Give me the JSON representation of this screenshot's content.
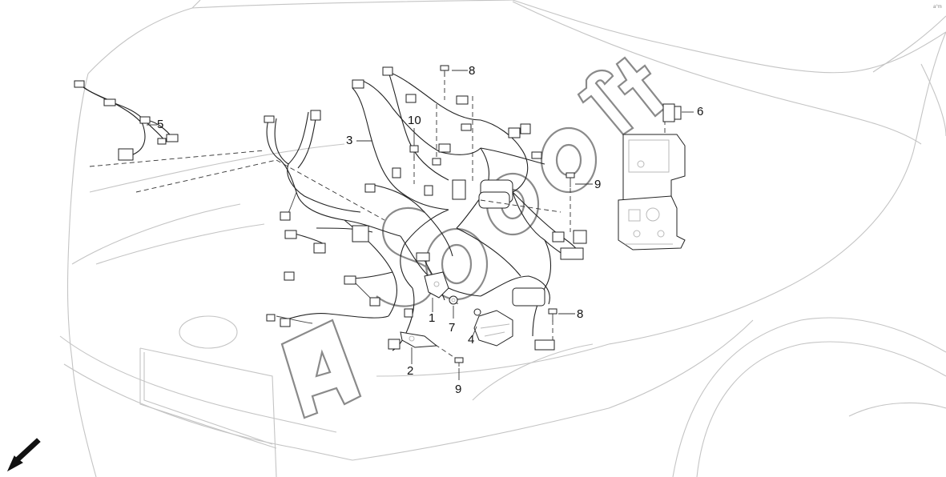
{
  "callouts": {
    "c1": "1",
    "c2": "2",
    "c3": "3",
    "c4": "4",
    "c5": "5",
    "c6": "6",
    "c7": "7",
    "c8a": "8",
    "c8b": "8",
    "c9a": "9",
    "c9b": "9",
    "c10": "10"
  },
  "watermark_letters": [
    "A",
    "S",
    "o",
    "f",
    "t"
  ],
  "icons": {
    "direction": "front-direction-arrow-icon"
  }
}
